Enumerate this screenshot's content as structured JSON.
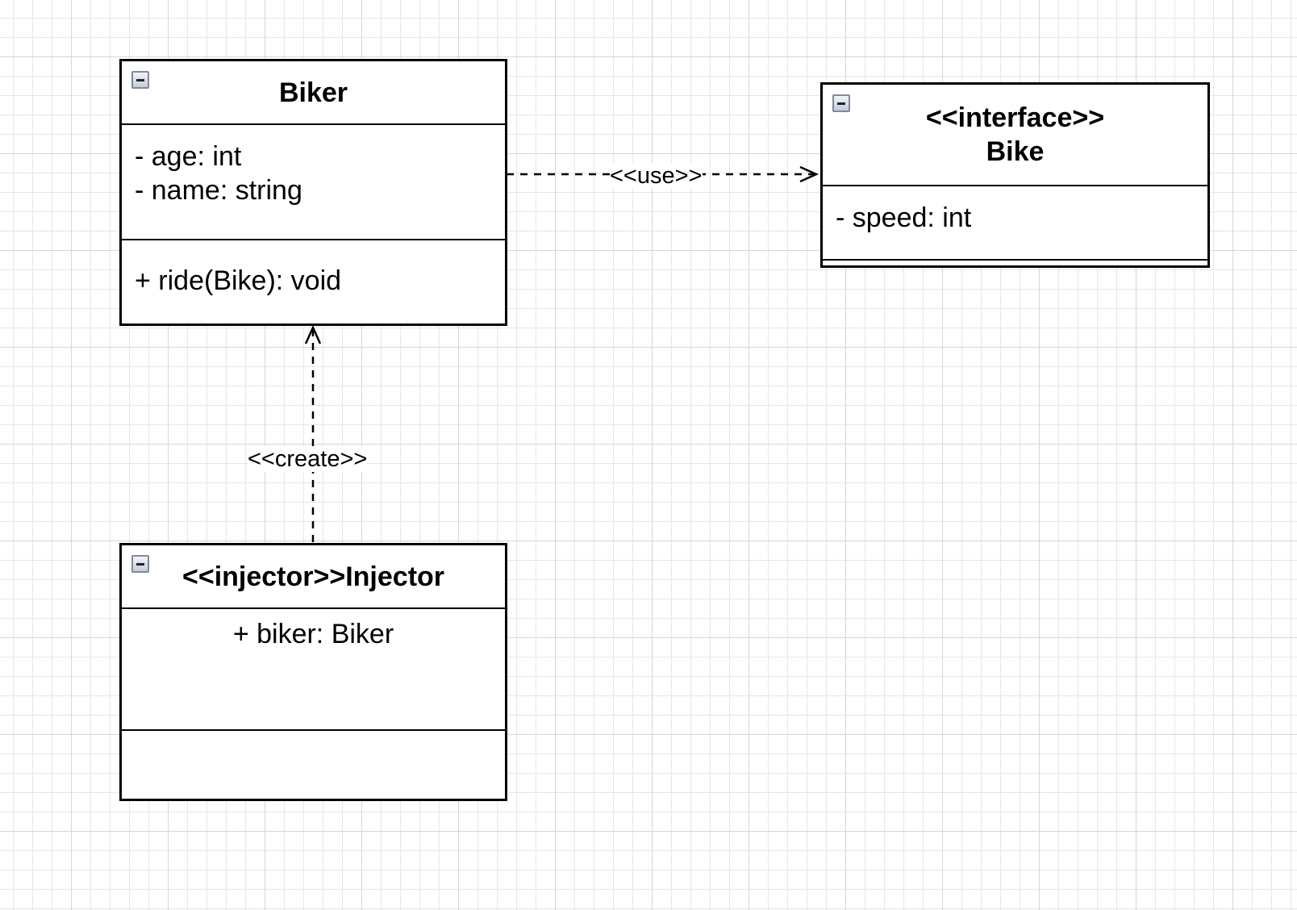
{
  "classes": {
    "biker": {
      "name": "Biker",
      "attributes": [
        "- age: int",
        "- name: string"
      ],
      "operations": [
        "+ ride(Bike): void"
      ]
    },
    "bike": {
      "stereotype": "<<interface>>",
      "name": "Bike",
      "attributes": [
        "- speed: int"
      ],
      "operations": []
    },
    "injector": {
      "title": "<<injector>>Injector",
      "attributes": [
        "+ biker: Biker"
      ],
      "operations": []
    }
  },
  "relations": {
    "use_label": "<<use>>",
    "create_label": "<<create>>"
  },
  "icons": {
    "collapse": "minus-square-icon"
  },
  "colors": {
    "line": "#000000",
    "grid_minor": "#e6e6e6",
    "grid_major": "#d6d6d6",
    "background": "#ffffff"
  }
}
